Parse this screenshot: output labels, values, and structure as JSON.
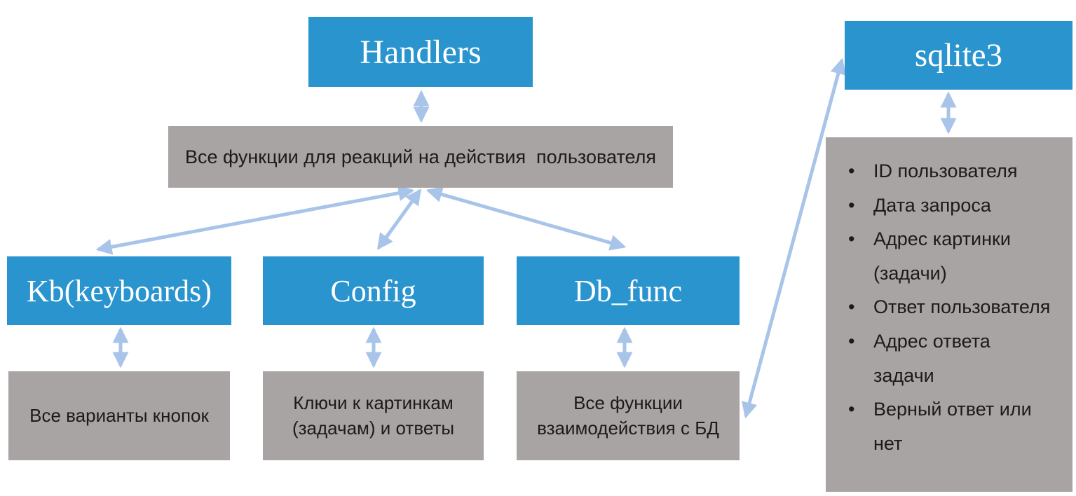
{
  "colors": {
    "box_blue": "#2a94cf",
    "box_gray": "#a8a4a3",
    "arrow_blue": "#a9c4e9",
    "text_dark": "#1c1a1a",
    "text_white": "#ffffff"
  },
  "nodes": {
    "handlers": {
      "label": "Handlers"
    },
    "handlers_desc": {
      "label": "Все функции для реакций на действия  пользователя"
    },
    "kb": {
      "label": "Kb(keyboards)"
    },
    "kb_desc": {
      "label": "Все варианты кнопок"
    },
    "config": {
      "label": "Config"
    },
    "config_desc": {
      "label": "Ключи к картинкам (задачам) и ответы"
    },
    "db_func": {
      "label": "Db_func"
    },
    "db_func_desc": {
      "label": "Все функции взаимодействия с БД"
    },
    "sqlite3": {
      "label": "sqlite3"
    },
    "sqlite3_fields": [
      "ID пользователя",
      "Дата запроса",
      "Адрес картинки (задачи)",
      "Ответ пользователя",
      "Адрес ответа задачи",
      "Верный ответ или нет"
    ]
  },
  "edges": [
    {
      "from": "handlers",
      "to": "handlers_desc",
      "bidirectional": true
    },
    {
      "from": "handlers_desc",
      "to": "kb",
      "bidirectional": true
    },
    {
      "from": "handlers_desc",
      "to": "config",
      "bidirectional": true
    },
    {
      "from": "handlers_desc",
      "to": "db_func",
      "bidirectional": true
    },
    {
      "from": "kb",
      "to": "kb_desc",
      "bidirectional": true
    },
    {
      "from": "config",
      "to": "config_desc",
      "bidirectional": true
    },
    {
      "from": "db_func",
      "to": "db_func_desc",
      "bidirectional": true
    },
    {
      "from": "db_func_desc",
      "to": "sqlite3",
      "bidirectional": true
    },
    {
      "from": "sqlite3",
      "to": "sqlite3_fields",
      "bidirectional": true
    }
  ]
}
